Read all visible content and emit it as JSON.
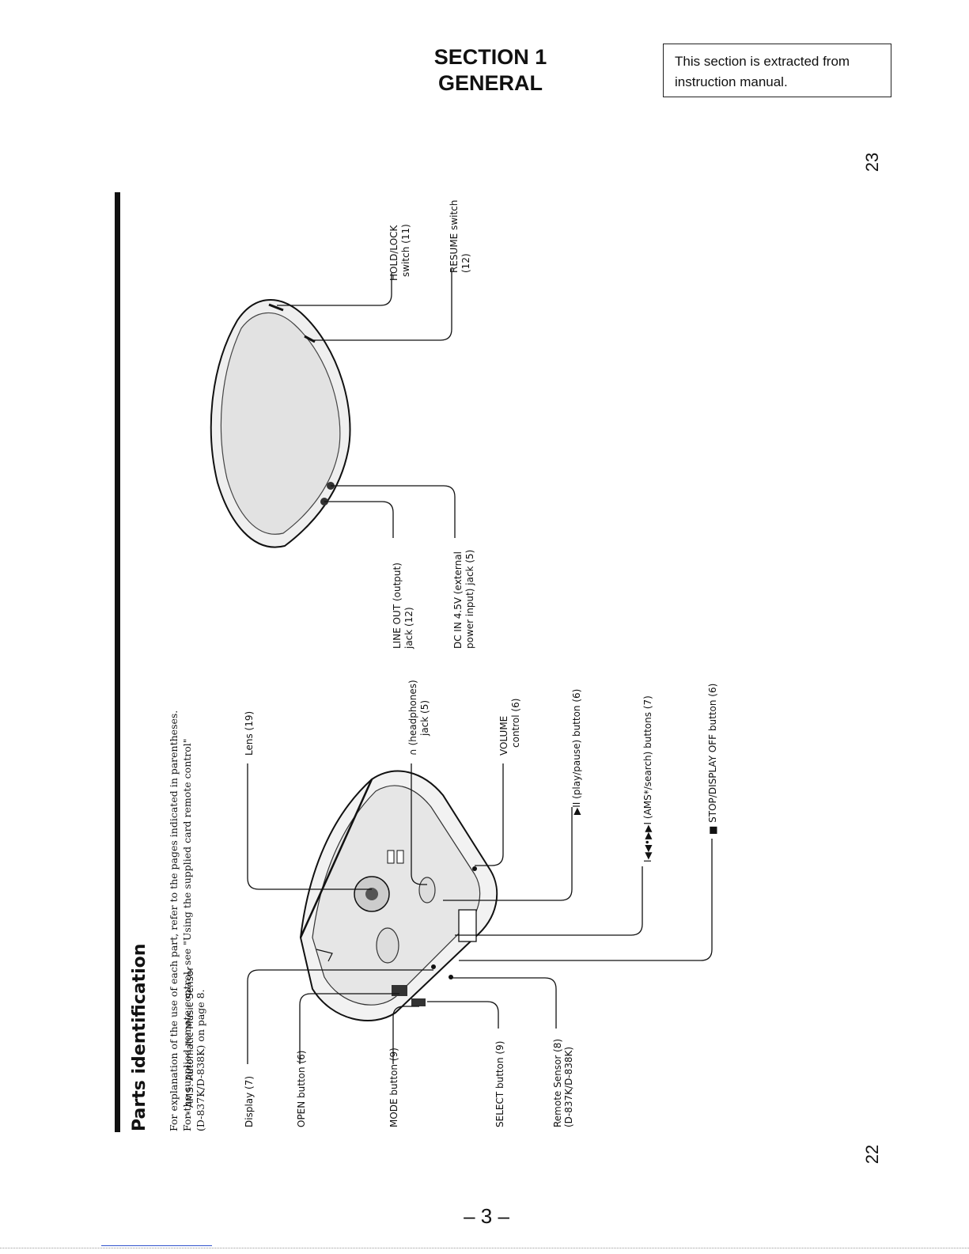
{
  "header": {
    "section_line1": "SECTION 1",
    "section_line2": "GENERAL",
    "note_line1": "This section is extracted from",
    "note_line2": "instruction manual."
  },
  "page_numbers": {
    "top_right": "23",
    "bottom_right": "22",
    "footer": "– 3 –"
  },
  "content": {
    "heading": "Parts identification",
    "intro_line1": "For explanation of the use of each part, refer to the pages indicated in parentheses.",
    "intro_line2": "For the supplied remote control, see \"Using the supplied card remote control\"",
    "intro_line3": "(D-837K/D-838K) on page 8.",
    "footnote": "* AMS: Automatic Music Sensor"
  },
  "labels": {
    "display": "Display (7)",
    "open_button": "OPEN button (6)",
    "mode_button": "MODE button (9)",
    "select_button": "SELECT button (9)",
    "remote_sensor_1": "Remote Sensor (8)",
    "remote_sensor_2": "(D-837K/D-838K)",
    "lens": "Lens (19)",
    "headphones_1": "∩ (headphones)",
    "headphones_2": "jack (5)",
    "volume_1": "VOLUME",
    "volume_2": "control (6)",
    "play_pause": "▶II (play/pause) button (6)",
    "ams_search": "I◀◀•▶▶I (AMS*/search) buttons (7)",
    "stop": "■ STOP/DISPLAY OFF button (6)",
    "line_out_1": "LINE OUT (output)",
    "line_out_2": "jack (12)",
    "dc_in_1": "DC IN 4.5V (external",
    "dc_in_2": "power input) jack (5)",
    "hold_lock_1": "HOLD/LOCK",
    "hold_lock_2": "switch (11)",
    "resume_1": "RESUME switch",
    "resume_2": "(12)"
  }
}
